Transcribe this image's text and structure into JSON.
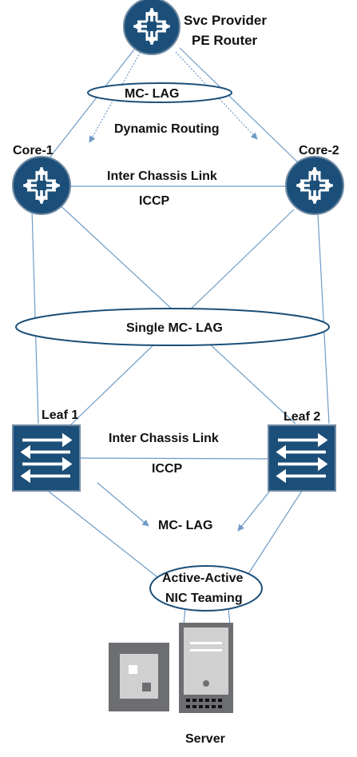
{
  "labels": {
    "pe_router_line1": "Svc Provider",
    "pe_router_line2": "PE Router",
    "mc_lag_top": "MC- LAG",
    "dynamic_routing": "Dynamic Routing",
    "core1": "Core-1",
    "core2": "Core-2",
    "icl_top": "Inter Chassis Link",
    "iccp_top": "ICCP",
    "single_mc_lag": "Single MC- LAG",
    "leaf1": "Leaf 1",
    "leaf2": "Leaf 2",
    "icl_bottom": "Inter Chassis Link",
    "iccp_bottom": "ICCP",
    "mc_lag_bottom": "MC- LAG",
    "teaming_line1": "Active-Active",
    "teaming_line2": "NIC Teaming",
    "server": "Server"
  },
  "icons": {
    "router": "router-icon",
    "switch": "switch-icon",
    "server": "server-icon"
  },
  "colors": {
    "device_fill": "#1b4f79",
    "device_stroke": "#6f8aa3",
    "link": "#6e9bc6",
    "server_dark": "#6d6e71",
    "server_light": "#d0d0d0"
  }
}
